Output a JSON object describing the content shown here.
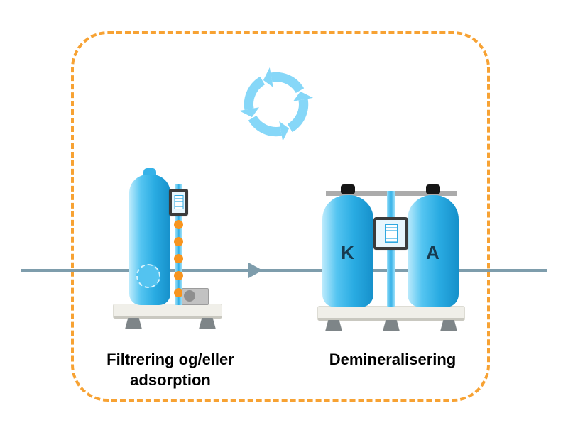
{
  "diagram": {
    "boundary": {
      "color": "#F7A233",
      "style": "dashed"
    },
    "recycle_icon": {
      "name": "recycle-icon",
      "color": "#86D7F8"
    },
    "pipe": {
      "color": "#7E9DAC"
    },
    "left_unit": {
      "label_line1": "Filtrering og/eller",
      "label_line2": "adsorption",
      "dot_color": "#F7941E",
      "dot_count": 5
    },
    "right_unit": {
      "label": "Demineralisering",
      "tank_left_letter": "K",
      "tank_right_letter": "A"
    },
    "colors": {
      "tank_blue": "#29ABE2",
      "tank_highlight": "#BDEBFC",
      "column_blue": "#2FAEE6",
      "platform_gray": "#F0EFE9",
      "foot_gray": "#7E8588",
      "controller_dark": "#3B3B3B",
      "tank_letter": "#173A4F"
    }
  }
}
